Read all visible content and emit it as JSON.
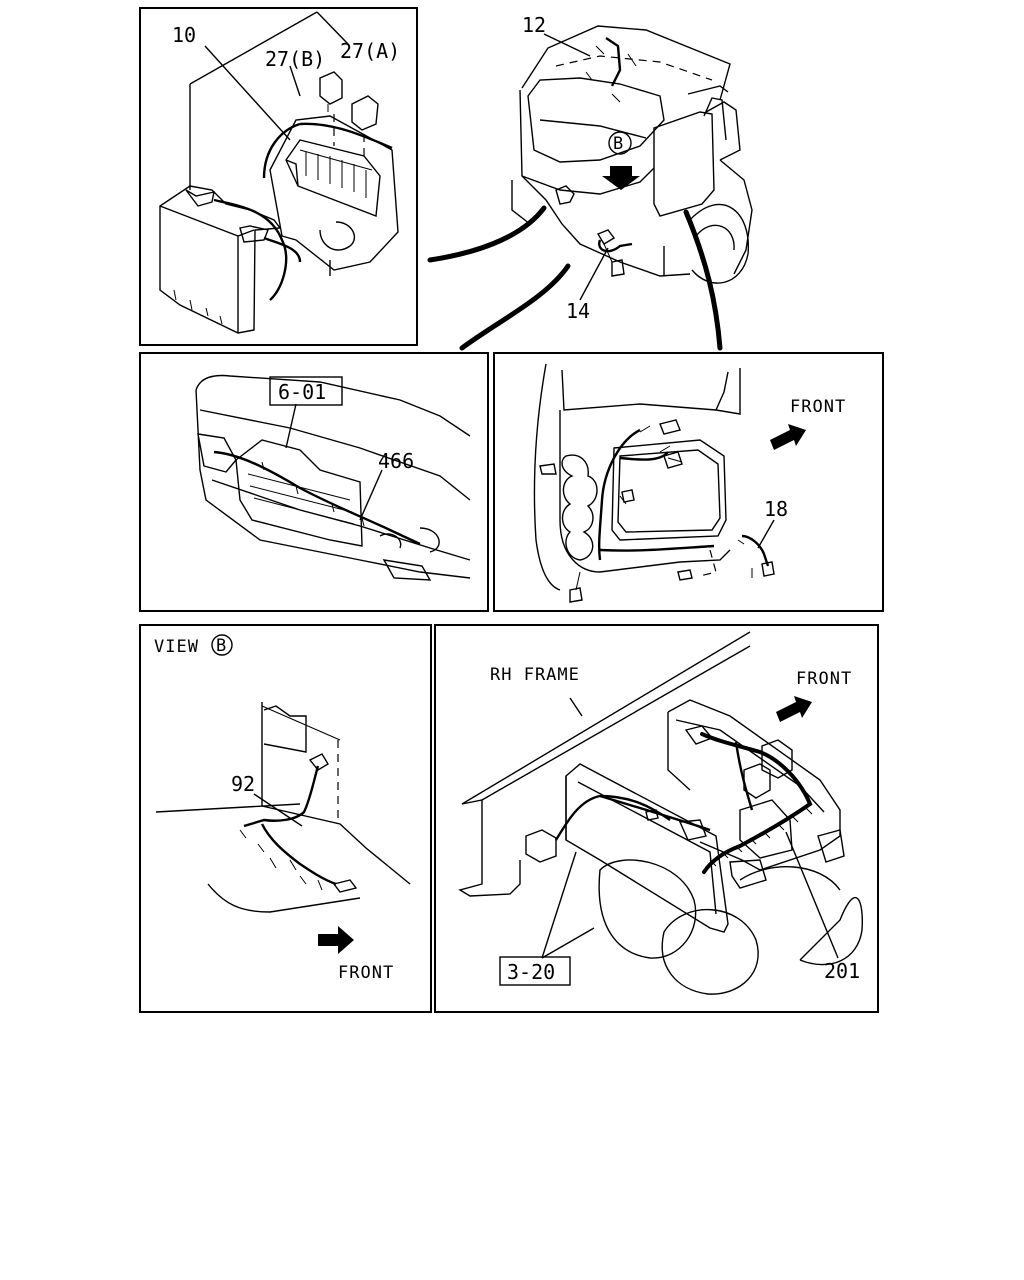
{
  "panels": {
    "fuse_box": {
      "labels": [
        "10",
        "27(B)",
        "27(A)"
      ]
    },
    "cab": {
      "labels": [
        "12",
        "14"
      ],
      "view_marker": "B"
    },
    "front_panel": {
      "box_label": "6-01",
      "label": "466"
    },
    "door": {
      "direction": "FRONT",
      "label": "18"
    },
    "view_b": {
      "view_text": "VIEW",
      "view_marker": "B",
      "label": "92",
      "direction": "FRONT"
    },
    "frame": {
      "frame_label": "RH FRAME",
      "direction": "FRONT",
      "box_label": "3-20",
      "label": "201"
    }
  }
}
